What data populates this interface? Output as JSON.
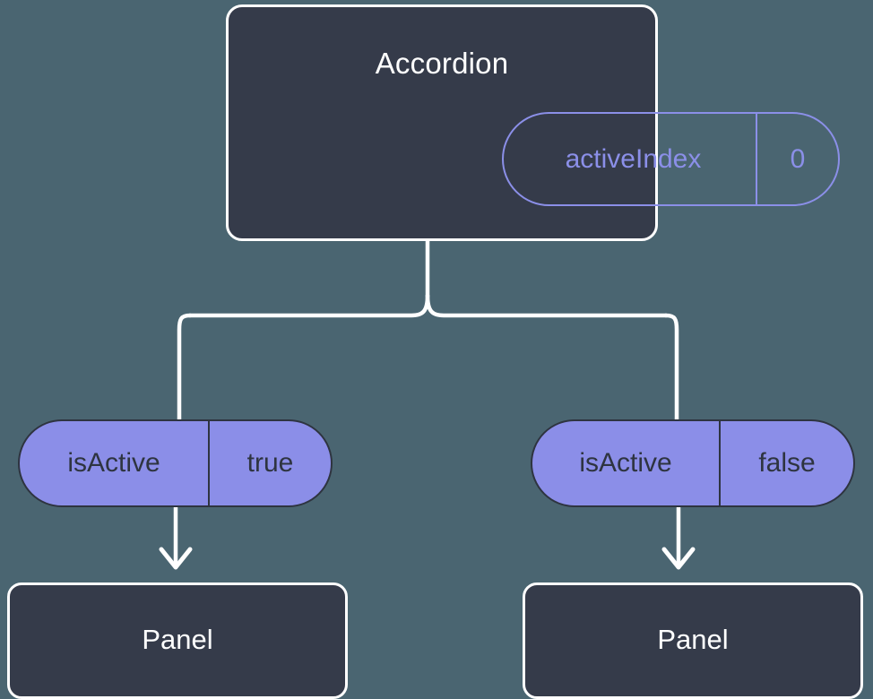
{
  "diagram": {
    "background_color": "#4a6571",
    "edge_color": "#ffffff",
    "root": {
      "title": "Accordion",
      "box_color": "#353b4a",
      "border_color": "#ffffff",
      "state_pill": {
        "key": "activeIndex",
        "value": "0",
        "style": "outlined",
        "accent_color": "#8b8fe8"
      }
    },
    "branches": [
      {
        "side": "left",
        "prop_pill": {
          "key": "isActive",
          "value": "true",
          "style": "filled",
          "fill_color": "#8b8ee8",
          "text_color": "#2e3440"
        },
        "child": {
          "title": "Panel",
          "box_color": "#353b4a",
          "border_color": "#ffffff"
        }
      },
      {
        "side": "right",
        "prop_pill": {
          "key": "isActive",
          "value": "false",
          "style": "filled",
          "fill_color": "#8b8ee8",
          "text_color": "#2e3440"
        },
        "child": {
          "title": "Panel",
          "box_color": "#353b4a",
          "border_color": "#ffffff"
        }
      }
    ]
  }
}
